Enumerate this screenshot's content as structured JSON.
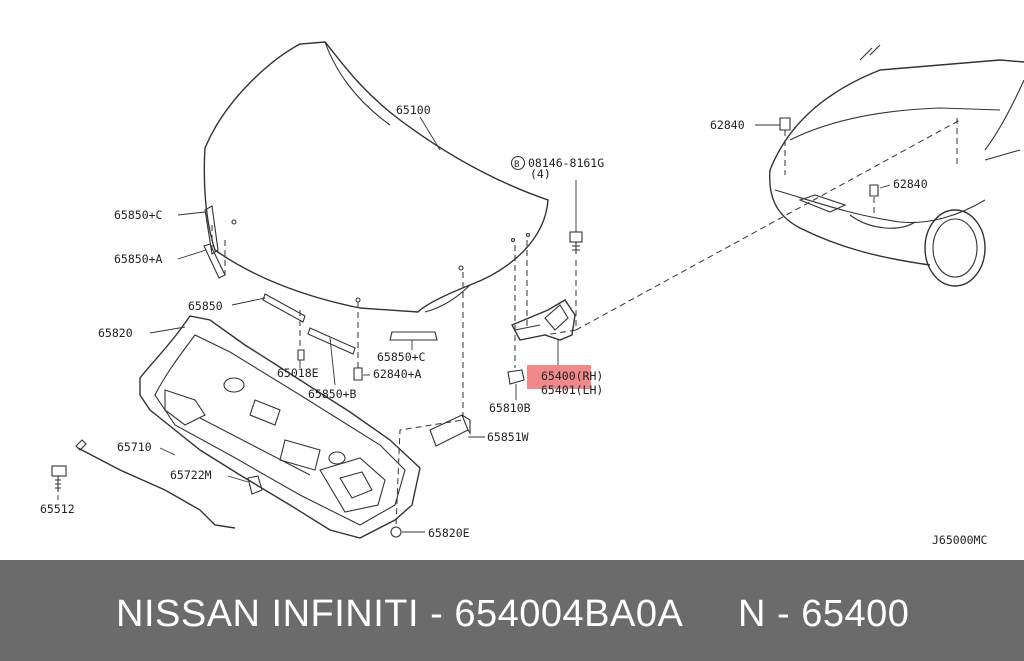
{
  "labels": {
    "hood": "65100",
    "bolt": "B08146-8161G",
    "bolt_qty": "(4)",
    "p62840_top": "62840",
    "p62840_right": "62840",
    "p65850c": "65850+C",
    "p65850a": "65850+A",
    "p65850": "65850",
    "p65820": "65820",
    "p65018e": "65018E",
    "p65850b": "65850+B",
    "p62840a": "62840+A",
    "p65850c2": "65850+C",
    "p65400": "65400(RH)",
    "p65401": "65401(LH)",
    "p65810b": "65810B",
    "p65851w": "65851W",
    "p65710": "65710",
    "p65722m": "65722M",
    "p65512": "65512",
    "p65820e": "65820E",
    "diagram_code": "J65000MC"
  },
  "highlight_color": "#f08a8a",
  "footer": {
    "brand": "NISSAN  INFINITI - 654004BA0A",
    "ref": "N - 65400"
  }
}
